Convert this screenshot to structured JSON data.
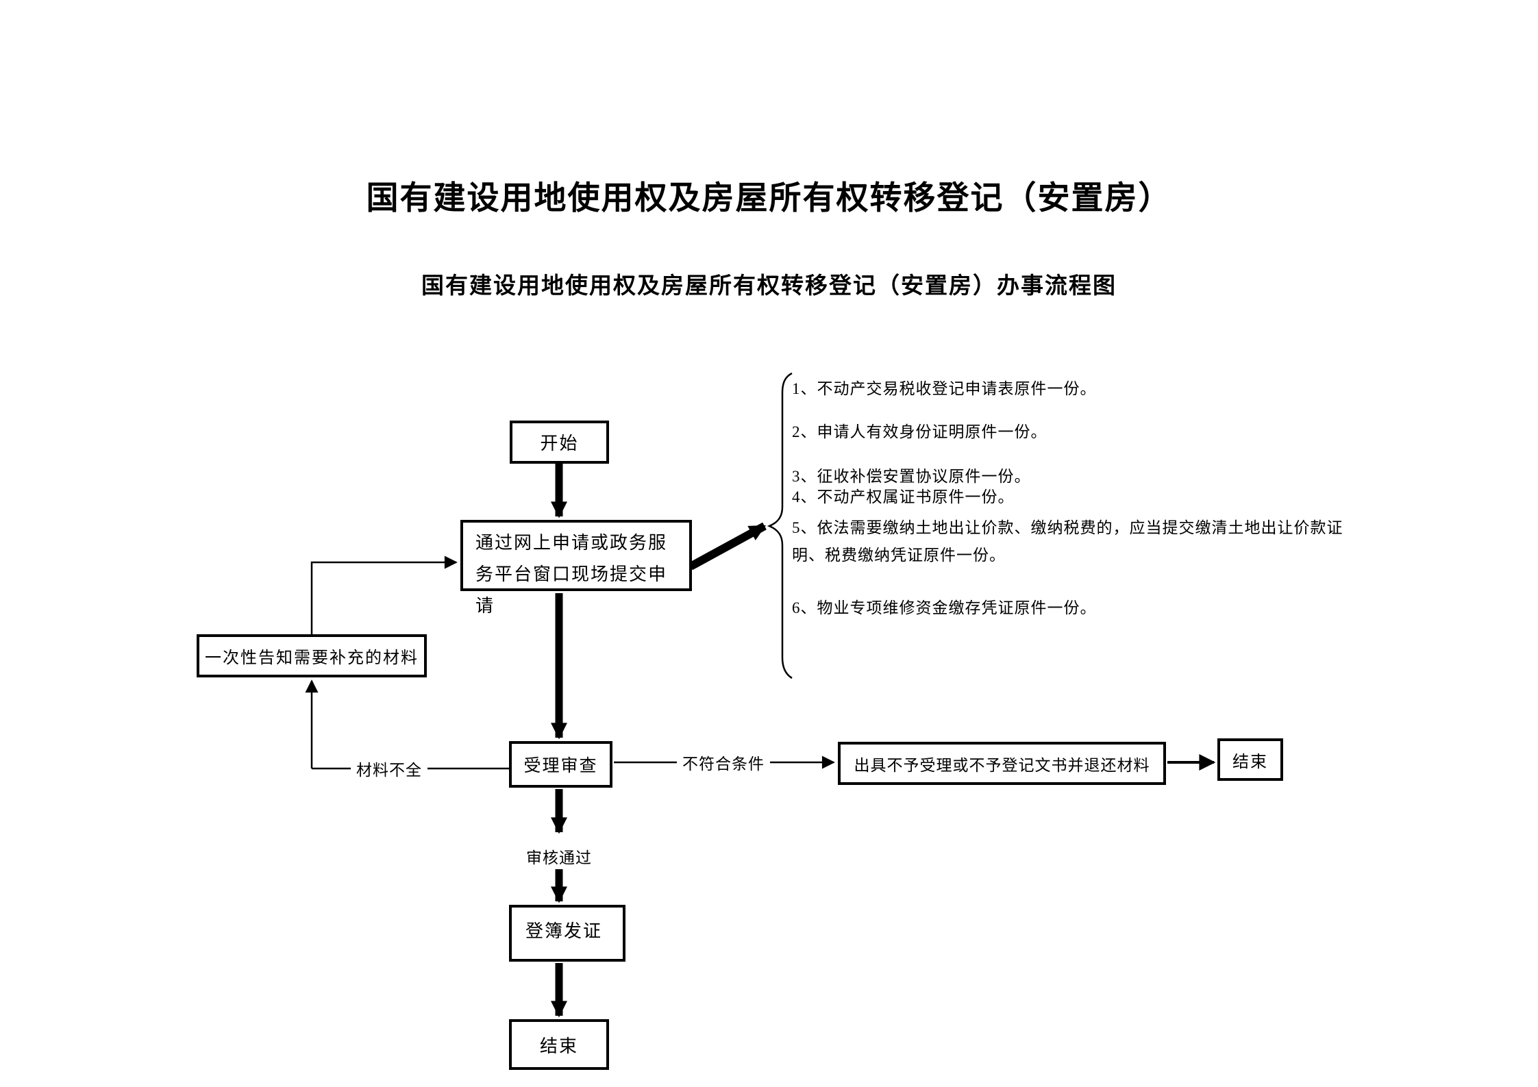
{
  "page": {
    "title": "国有建设用地使用权及房屋所有权转移登记（安置房）",
    "subtitle": "国有建设用地使用权及房屋所有权转移登记（安置房）办事流程图"
  },
  "flow": {
    "start": "开始",
    "submit": "通过网上申请或政务服务平台窗口现场提交申请",
    "notify": "一次性告知需要补充的材料",
    "review": "受理审查",
    "reject": "出具不予受理或不予登记文书并退还材料",
    "end_reject": "结束",
    "register": "登簿发证",
    "end": "结束",
    "label_incomplete": "材料不全",
    "label_not_qualified": "不符合条件",
    "label_approved": "审核通过"
  },
  "materials": {
    "items": [
      "1、不动产交易税收登记申请表原件一份。",
      "2、申请人有效身份证明原件一份。",
      "3、征收补偿安置协议原件一份。",
      "4、不动产权属证书原件一份。",
      "5、依法需要缴纳土地出让价款、缴纳税费的，应当提交缴清土地出让价款证明、税费缴纳凭证原件一份。",
      "6、物业专项维修资金缴存凭证原件一份。"
    ]
  },
  "colors": {
    "ink": "#000000",
    "background": "#ffffff"
  }
}
